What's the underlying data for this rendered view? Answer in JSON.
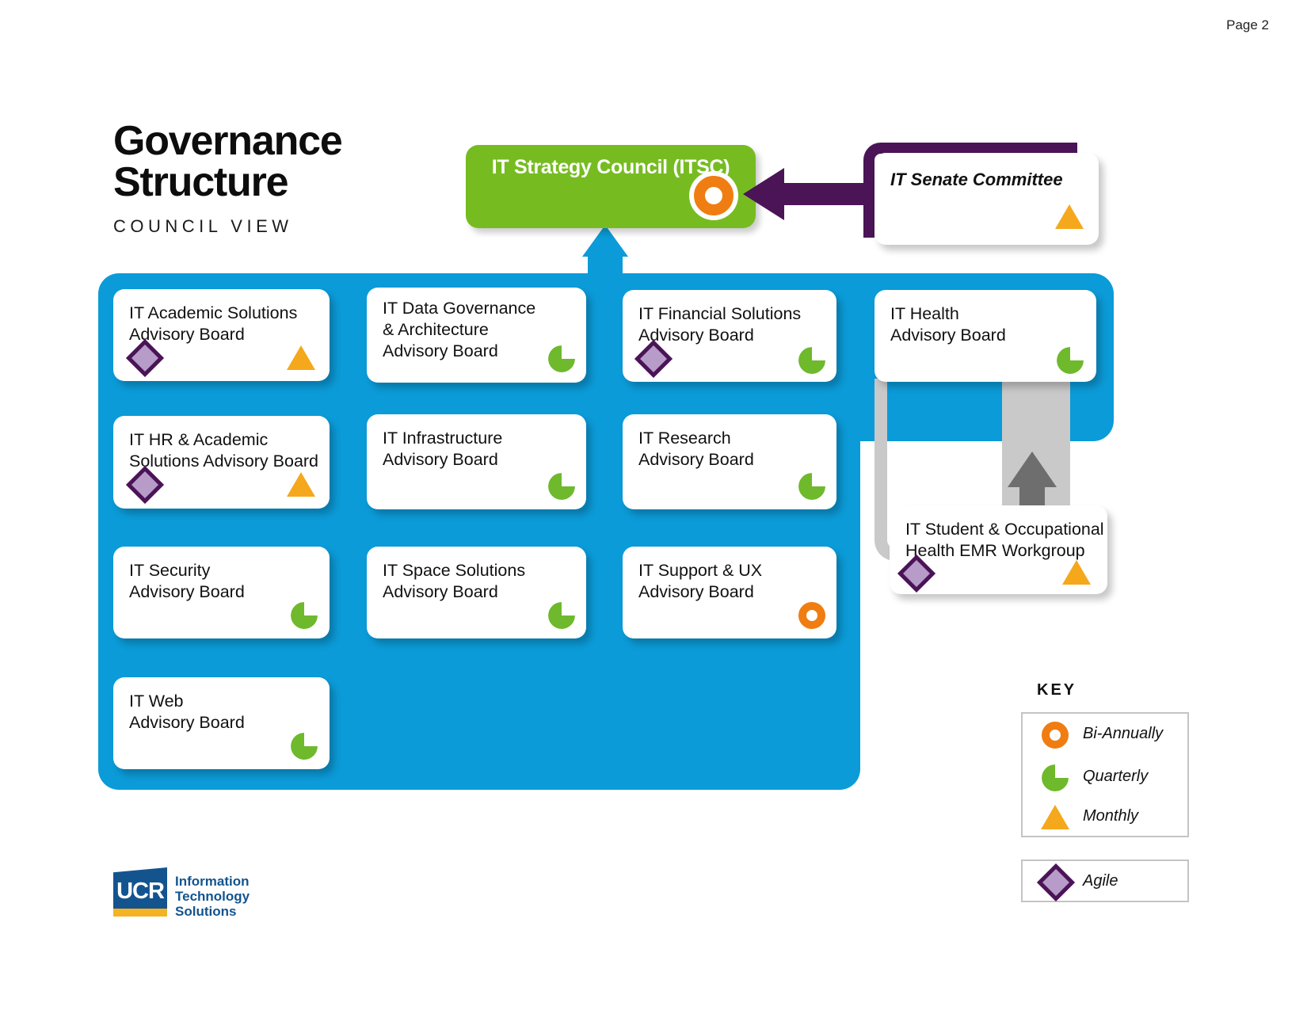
{
  "page_label": "Page 2",
  "title": {
    "line1": "Governance",
    "line2": "Structure",
    "subtitle": "COUNCIL VIEW"
  },
  "council": {
    "label": "IT Strategy Council (ITSC)",
    "cadence_icon": "bi-annually",
    "color": "#76bc21"
  },
  "senate": {
    "label": "IT Senate Committee",
    "cadence_icon": "monthly",
    "connector_color": "#4b1457"
  },
  "workgroup": {
    "label": "IT Student & Occupational\nHealth EMR Workgroup",
    "icons": [
      "agile",
      "monthly"
    ],
    "connector_color": "#c9c9c9"
  },
  "panel": {
    "color": "#0b9bd8"
  },
  "boards": [
    {
      "label": "IT Academic Solutions\nAdvisory Board",
      "icons": [
        "agile",
        "monthly"
      ]
    },
    {
      "label": "IT Data Governance\n& Architecture\nAdvisory Board",
      "icons": [
        "quarterly"
      ]
    },
    {
      "label": "IT Financial Solutions\nAdvisory Board",
      "icons": [
        "agile",
        "quarterly"
      ]
    },
    {
      "label": "IT Health\nAdvisory Board",
      "icons": [
        "quarterly"
      ]
    },
    {
      "label": "IT HR & Academic\nSolutions Advisory Board",
      "icons": [
        "agile",
        "monthly"
      ]
    },
    {
      "label": "IT Infrastructure\nAdvisory Board",
      "icons": [
        "quarterly"
      ]
    },
    {
      "label": "IT Research\nAdvisory Board",
      "icons": [
        "quarterly"
      ]
    },
    {
      "label": "IT Security\nAdvisory Board",
      "icons": [
        "quarterly"
      ]
    },
    {
      "label": "IT Space Solutions\nAdvisory Board",
      "icons": [
        "quarterly"
      ]
    },
    {
      "label": "IT Support & UX\nAdvisory Board",
      "icons": [
        "bi-annually"
      ]
    },
    {
      "label": "IT Web\nAdvisory Board",
      "icons": [
        "quarterly"
      ]
    }
  ],
  "key": {
    "title": "KEY",
    "items": [
      {
        "icon": "bi-annually",
        "label": "Bi-Annually",
        "color": "#f07d11"
      },
      {
        "icon": "quarterly",
        "label": "Quarterly",
        "color": "#6fb92c"
      },
      {
        "icon": "monthly",
        "label": "Monthly",
        "color": "#f5a81c"
      }
    ],
    "items2": [
      {
        "icon": "agile",
        "label": "Agile",
        "color": "#4b1457"
      }
    ]
  },
  "logo": {
    "mark": "UCR",
    "text": "Information Technology\nSolutions",
    "color": "#13548f"
  }
}
